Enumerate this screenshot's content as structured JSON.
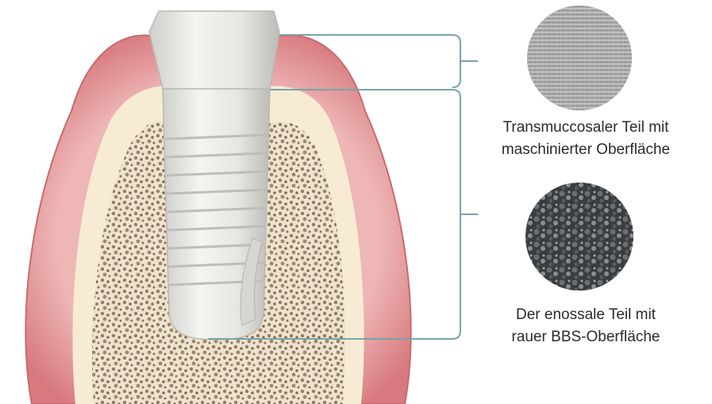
{
  "labels": {
    "transmucosal": {
      "line1": "Transmuccosaler Teil mit",
      "line2": "maschinierter Oberfläche"
    },
    "enossal": {
      "line1": "Der enossale Teil mit",
      "line2": "rauer BBS-Oberfläche"
    }
  },
  "icons": {
    "machined_surface": "machined-surface-micrograph-icon",
    "rough_surface": "rough-bbs-surface-micrograph-icon"
  },
  "colors": {
    "gingiva": "#d9868a",
    "gingiva_inner": "#e8aaa9",
    "cortical_bone": "#f7ecd3",
    "trabecular_bone": "#8a7a68",
    "implant": "#e9e9e6",
    "bracket": "#7aa3a8"
  }
}
